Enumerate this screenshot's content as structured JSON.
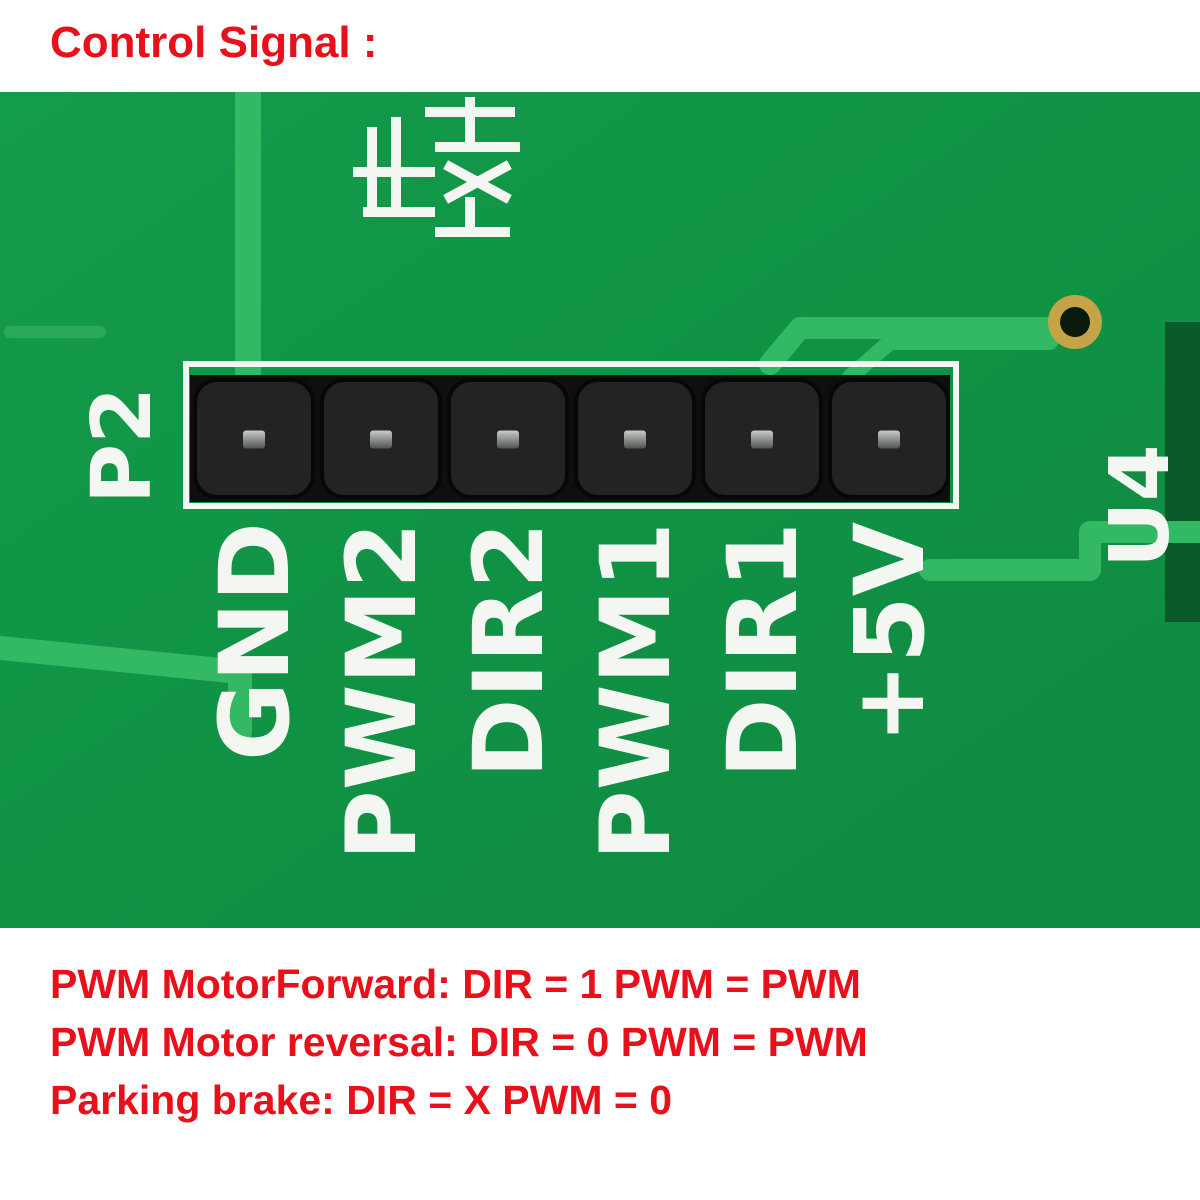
{
  "heading": "Control Signal :",
  "board": {
    "colors": {
      "board_green": "#129a48",
      "trace_green": "#35b865",
      "silkscreen": "#f4f6f2",
      "header_black": "#1a1a1a",
      "accent_red": "#e8101a"
    },
    "connector_label": "P2",
    "chip_label": "U4",
    "pins": [
      "GND",
      "PWM2",
      "DIR2",
      "PWM1",
      "DIR1",
      "+5V"
    ]
  },
  "notes": [
    "PWM  MotorForward: DIR = 1 PWM = PWM",
    "PWM  Motor reversal: DIR = 0 PWM = PWM",
    "Parking brake: DIR = X PWM = 0"
  ]
}
